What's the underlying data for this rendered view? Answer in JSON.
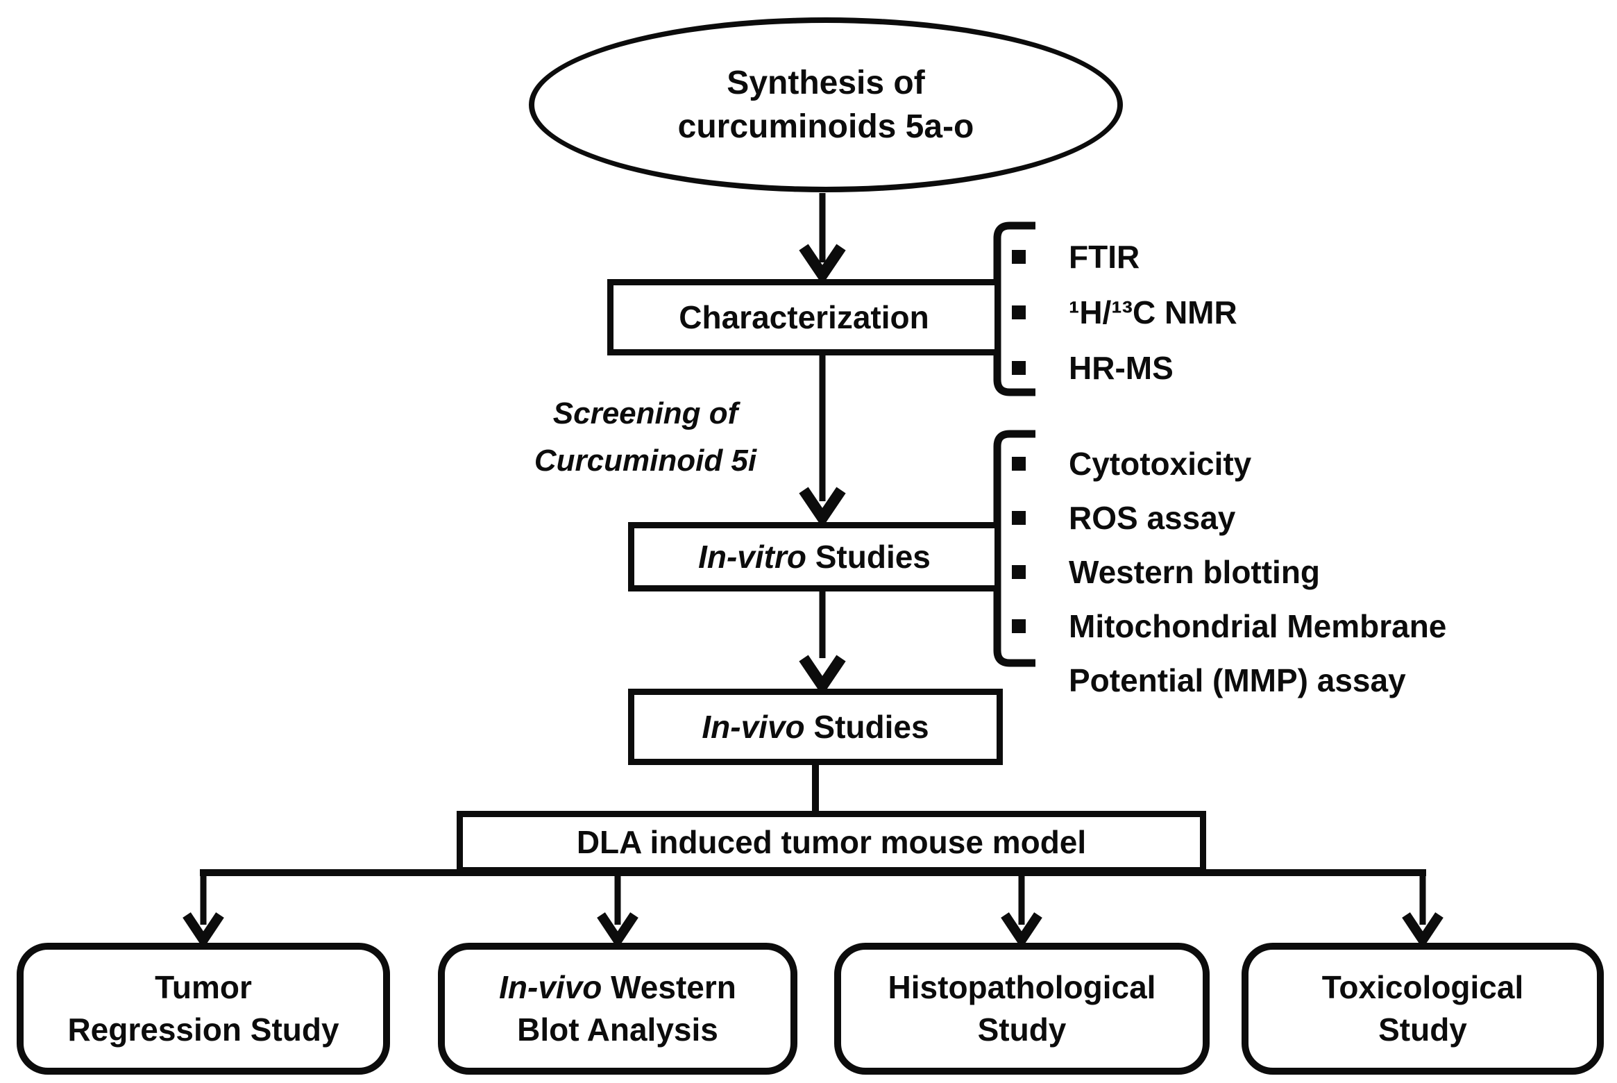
{
  "colors": {
    "ink": "#0c0c0c",
    "background": "#ffffff"
  },
  "flowchart": {
    "start_ellipse": {
      "line1": "Synthesis of",
      "line2": "curcuminoids 5a-o"
    },
    "characterization_box": {
      "label": "Characterization"
    },
    "characterization_methods": {
      "items": [
        "FTIR",
        "¹H/¹³C NMR",
        "HR-MS"
      ]
    },
    "screening_note": {
      "line1": "Screening of",
      "line2": "Curcuminoid 5i"
    },
    "invitro_box": {
      "label_italic": "In-vitro",
      "label_rest": " Studies"
    },
    "invitro_assays": {
      "items": [
        "Cytotoxicity",
        "ROS assay",
        "Western blotting",
        "Mitochondrial Membrane",
        "Potential (MMP) assay"
      ]
    },
    "invivo_box": {
      "label_italic": "In-vivo",
      "label_rest": " Studies"
    },
    "dla_box": {
      "label": "DLA induced tumor mouse model"
    },
    "outcome_boxes": {
      "tumor_regression": {
        "line1": "Tumor",
        "line2": "Regression Study"
      },
      "western_blot": {
        "line1_italic": "In-vivo",
        "line1_rest": " Western",
        "line2": "Blot Analysis"
      },
      "histopathological": {
        "line1": "Histopathological",
        "line2": "Study"
      },
      "toxicological": {
        "line1": "Toxicological",
        "line2": "Study"
      }
    }
  }
}
